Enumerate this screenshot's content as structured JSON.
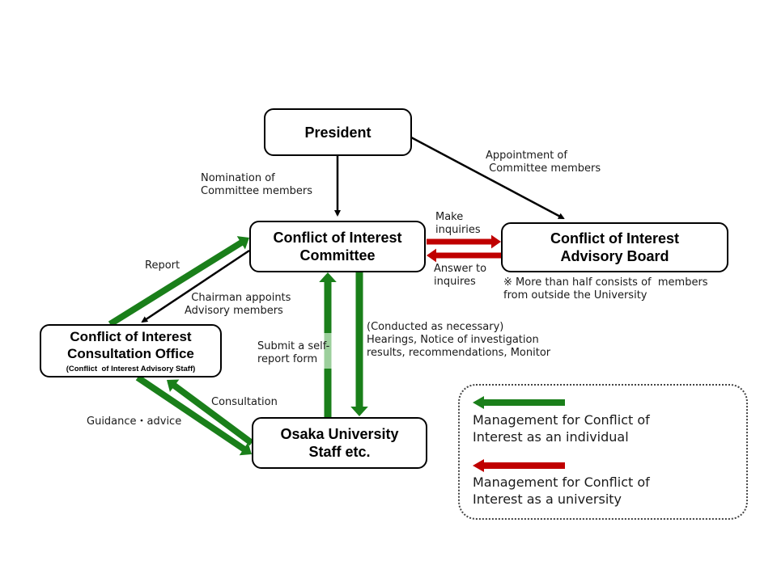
{
  "colors": {
    "individual": "#1a7f1a",
    "university": "#c00000",
    "line": "#000000"
  },
  "nodes": {
    "president": "President",
    "committee": "Conflict of Interest\nCommittee",
    "advisory_board": "Conflict of Interest\nAdvisory Board",
    "consultation_office": "Conflict of Interest\nConsultation Office",
    "consultation_office_sub": "(Conflict  of Interest Advisory Staff)",
    "staff": "Osaka University\nStaff etc."
  },
  "labels": {
    "nomination": "Nomination of\nCommittee members",
    "appointment": "Appointment of\n Committee members",
    "make_inquiries": "Make\ninquiries",
    "answer": "Answer to\ninquires",
    "advisory_note": "※ More than half consists of  members\nfrom outside the University",
    "report": "Report",
    "chairman": "  Chairman appoints\nAdvisory members",
    "self_report": "Submit a self-\nreport form",
    "conducted": "(Conducted as necessary)\nHearings, Notice of investigation\nresults, recommendations, Monitor",
    "consultation": "Consultation",
    "guidance": "Guidance・advice"
  },
  "legend": {
    "items": [
      {
        "label": "Management for Conflict of\nInterest as an individual",
        "color_key": "individual"
      },
      {
        "label": "Management for Conflict of\nInterest as a university",
        "color_key": "university"
      }
    ]
  }
}
